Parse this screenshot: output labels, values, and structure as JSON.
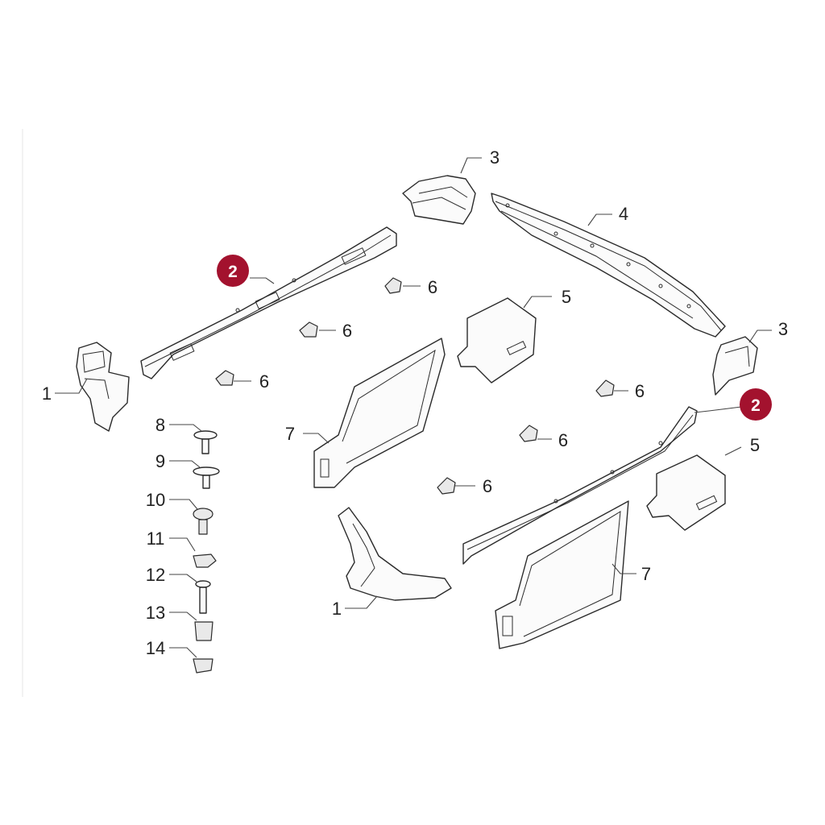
{
  "diagram": {
    "highlight_color": "#a3122e",
    "line_color": "#2b2b2b",
    "callouts": {
      "c1a": "1",
      "c1b": "1",
      "c2a": "2",
      "c2b": "2",
      "c3a": "3",
      "c3b": "3",
      "c4": "4",
      "c5a": "5",
      "c5b": "5",
      "c6a": "6",
      "c6b": "6",
      "c6c": "6",
      "c6d": "6",
      "c6e": "6",
      "c6f": "6",
      "c7a": "7",
      "c7b": "7",
      "c8": "8",
      "c9": "9",
      "c10": "10",
      "c11": "11",
      "c12": "12",
      "c13": "13",
      "c14": "14"
    }
  }
}
